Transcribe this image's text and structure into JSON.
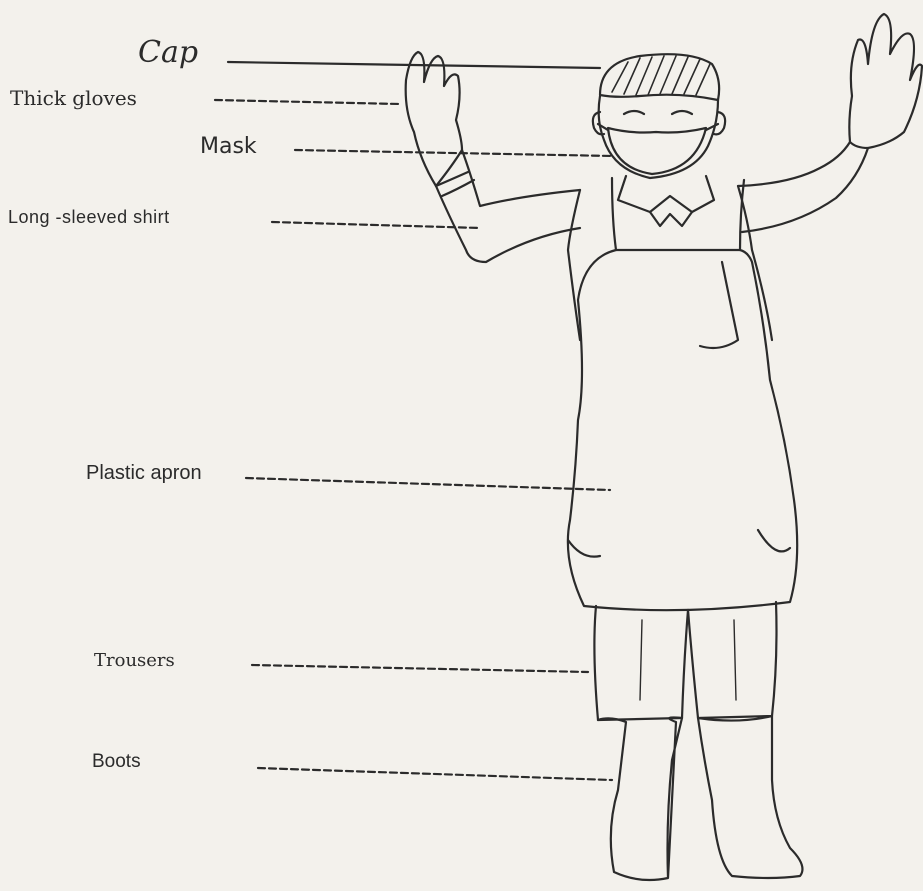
{
  "diagram": {
    "labels": {
      "cap": "Cap",
      "thick_gloves": "Thick gloves",
      "mask": "Mask",
      "long_sleeved_shirt": "Long -sleeved shirt",
      "plastic_apron": "Plastic apron",
      "trousers": "Trousers",
      "boots": "Boots"
    },
    "colors": {
      "ink": "#2b2b2b",
      "paper": "#f3f1ec"
    }
  }
}
